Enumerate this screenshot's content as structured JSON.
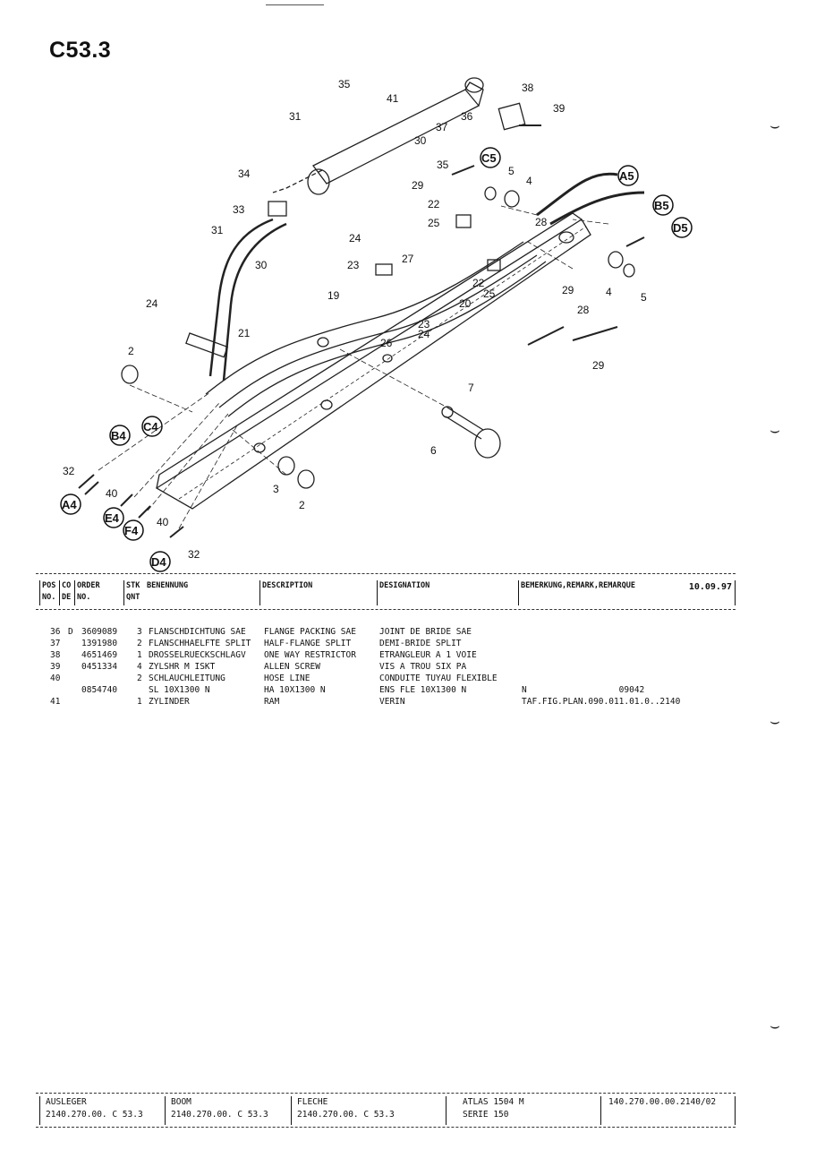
{
  "page_code": "C53.3",
  "callouts": [
    "35",
    "41",
    "38",
    "39",
    "31",
    "36",
    "37",
    "30",
    "35",
    "29",
    "5",
    "4",
    "22",
    "25",
    "28",
    "34",
    "33",
    "24",
    "31",
    "30",
    "23",
    "27",
    "22",
    "25",
    "20",
    "29",
    "4",
    "5",
    "19",
    "24",
    "21",
    "23",
    "24",
    "26",
    "28",
    "29",
    "2",
    "7",
    "6",
    "3",
    "2",
    "32",
    "40",
    "40",
    "32"
  ],
  "ring_labels": [
    "C5",
    "A5",
    "B5",
    "D5",
    "B4",
    "C4",
    "A4",
    "E4",
    "F4",
    "D4"
  ],
  "header": {
    "pos": "POS",
    "no": "NO.",
    "co": "CO",
    "de": "DE",
    "order": "ORDER",
    "order_no": "NO.",
    "stk": "STK",
    "qnt": "QNT",
    "benennung": "BENENNUNG",
    "description": "DESCRIPTION",
    "designation": "DESIGNATION",
    "remark": "BEMERKUNG,REMARK,REMARQUE",
    "date": "10.09.97"
  },
  "rows": [
    {
      "pos": "36",
      "co": "D",
      "order": "3609089",
      "qty": "3",
      "de": "FLANSCHDICHTUNG SAE",
      "en": "FLANGE PACKING SAE",
      "fr": "JOINT DE BRIDE SAE",
      "remark": ""
    },
    {
      "pos": "37",
      "co": "",
      "order": "1391980",
      "qty": "2",
      "de": "FLANSCHHAELFTE SPLIT",
      "en": "HALF-FLANGE SPLIT",
      "fr": "DEMI-BRIDE SPLIT",
      "remark": ""
    },
    {
      "pos": "38",
      "co": "",
      "order": "4651469",
      "qty": "1",
      "de": "DROSSELRUECKSCHLAGV",
      "en": "ONE WAY RESTRICTOR",
      "fr": "ETRANGLEUR A 1 VOIE",
      "remark": ""
    },
    {
      "pos": "39",
      "co": "",
      "order": "0451334",
      "qty": "4",
      "de": "ZYLSHR M ISKT",
      "en": "ALLEN SCREW",
      "fr": "VIS A TROU SIX PA",
      "remark": ""
    },
    {
      "pos": "40",
      "co": "",
      "order": "",
      "qty": "2",
      "de": "SCHLAUCHLEITUNG",
      "en": "HOSE LINE",
      "fr": "CONDUITE TUYAU FLEXIBLE",
      "remark": ""
    },
    {
      "pos": "",
      "co": "",
      "order": "0854740",
      "qty": "",
      "de": "SL 10X1300 N",
      "en": "HA 10X1300 N",
      "fr": "ENS FLE 10X1300 N",
      "remark": "N                  09042"
    },
    {
      "pos": "41",
      "co": "",
      "order": "",
      "qty": "1",
      "de": "ZYLINDER",
      "en": "RAM",
      "fr": "VERIN",
      "remark": "TAF.FIG.PLAN.090.011.01.0..2140"
    }
  ],
  "footer": {
    "c1_title": "AUSLEGER",
    "c1_code": "2140.270.00.  C 53.3",
    "c2_title": "BOOM",
    "c2_code": "2140.270.00.  C 53.3",
    "c3_title": "FLECHE",
    "c3_code": "2140.270.00.  C 53.3",
    "c4_title": "ATLAS 1504 M",
    "c4_code": "SERIE 150",
    "c5_code": "140.270.00.00.2140/02"
  }
}
